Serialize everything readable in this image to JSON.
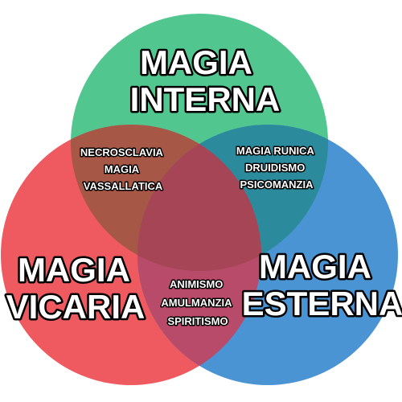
{
  "colors": {
    "top": "#52c68f",
    "left": "#ee5a60",
    "right": "#4a94d4",
    "top_left": "#a65745",
    "top_right": "#2b8a9c",
    "left_right": "#b84a6a",
    "center": "#a54556"
  },
  "sets": {
    "top": {
      "label": [
        "MAGIA",
        "INTERNA"
      ]
    },
    "left": {
      "label": [
        "MAGIA",
        "VICARIA"
      ]
    },
    "right": {
      "label": [
        "MAGIA",
        "ESTERNA"
      ]
    }
  },
  "intersections": {
    "top_left": {
      "items": [
        "NECROSCLAVIA",
        "MAGIA",
        "VASSALLATICA"
      ]
    },
    "top_right": {
      "items": [
        "MAGIA RUNICA",
        "DRUIDISMO",
        "PSICOMANZIA"
      ]
    },
    "left_right": {
      "items": [
        "ANIMISMO",
        "AMULMANZIA",
        "SPIRITISMO"
      ]
    }
  }
}
